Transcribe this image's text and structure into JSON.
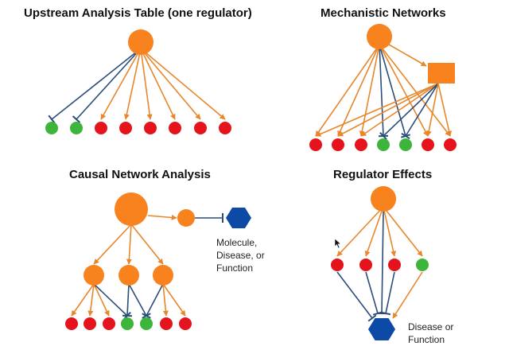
{
  "panels": {
    "upstream": {
      "title": "Upstream Analysis Table (one regulator)"
    },
    "mechanistic": {
      "title": "Mechanistic Networks"
    },
    "causal": {
      "title": "Causal Network Analysis",
      "target_label": [
        "Molecule,",
        "Disease, or",
        "Function"
      ]
    },
    "regulator": {
      "title": "Regulator Effects",
      "target_label": [
        "Disease or",
        "Function"
      ]
    }
  },
  "colors": {
    "regulator": "#f7821e",
    "up": "#e5141c",
    "down": "#3db53a",
    "activation": "#e8862a",
    "inhibition": "#2b4d7a",
    "target": "#0d4aa6"
  },
  "icons": {
    "cursor": "mouse-pointer-icon"
  }
}
